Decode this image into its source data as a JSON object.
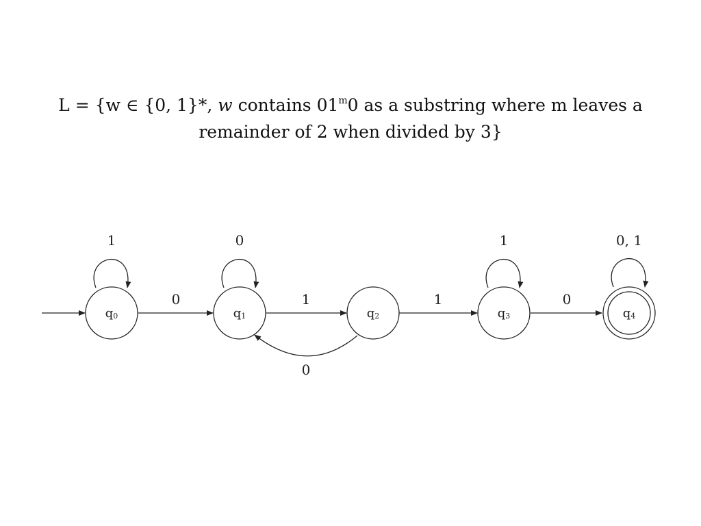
{
  "title": {
    "prefix": "L = {w ∈ {0, 1}*, ",
    "var": "w",
    "mid": " contains 01",
    "sup": "m",
    "rest": "0 as a substring where m leaves a",
    "line2": "remainder of 2 when divided by 3}"
  },
  "states": [
    {
      "base": "q",
      "sub": "0",
      "accepting": false,
      "initial": true
    },
    {
      "base": "q",
      "sub": "1",
      "accepting": false,
      "initial": false
    },
    {
      "base": "q",
      "sub": "2",
      "accepting": false,
      "initial": false
    },
    {
      "base": "q",
      "sub": "3",
      "accepting": false,
      "initial": false
    },
    {
      "base": "q",
      "sub": "4",
      "accepting": true,
      "initial": false
    }
  ],
  "transitions": [
    {
      "from": "q0",
      "to": "q0",
      "label": "1"
    },
    {
      "from": "q0",
      "to": "q1",
      "label": "0"
    },
    {
      "from": "q1",
      "to": "q1",
      "label": "0"
    },
    {
      "from": "q1",
      "to": "q2",
      "label": "1"
    },
    {
      "from": "q2",
      "to": "q1",
      "label": "0"
    },
    {
      "from": "q2",
      "to": "q3",
      "label": "1"
    },
    {
      "from": "q3",
      "to": "q3",
      "label": "1"
    },
    {
      "from": "q3",
      "to": "q4",
      "label": "0"
    },
    {
      "from": "q4",
      "to": "q4",
      "label": "0, 1"
    }
  ]
}
